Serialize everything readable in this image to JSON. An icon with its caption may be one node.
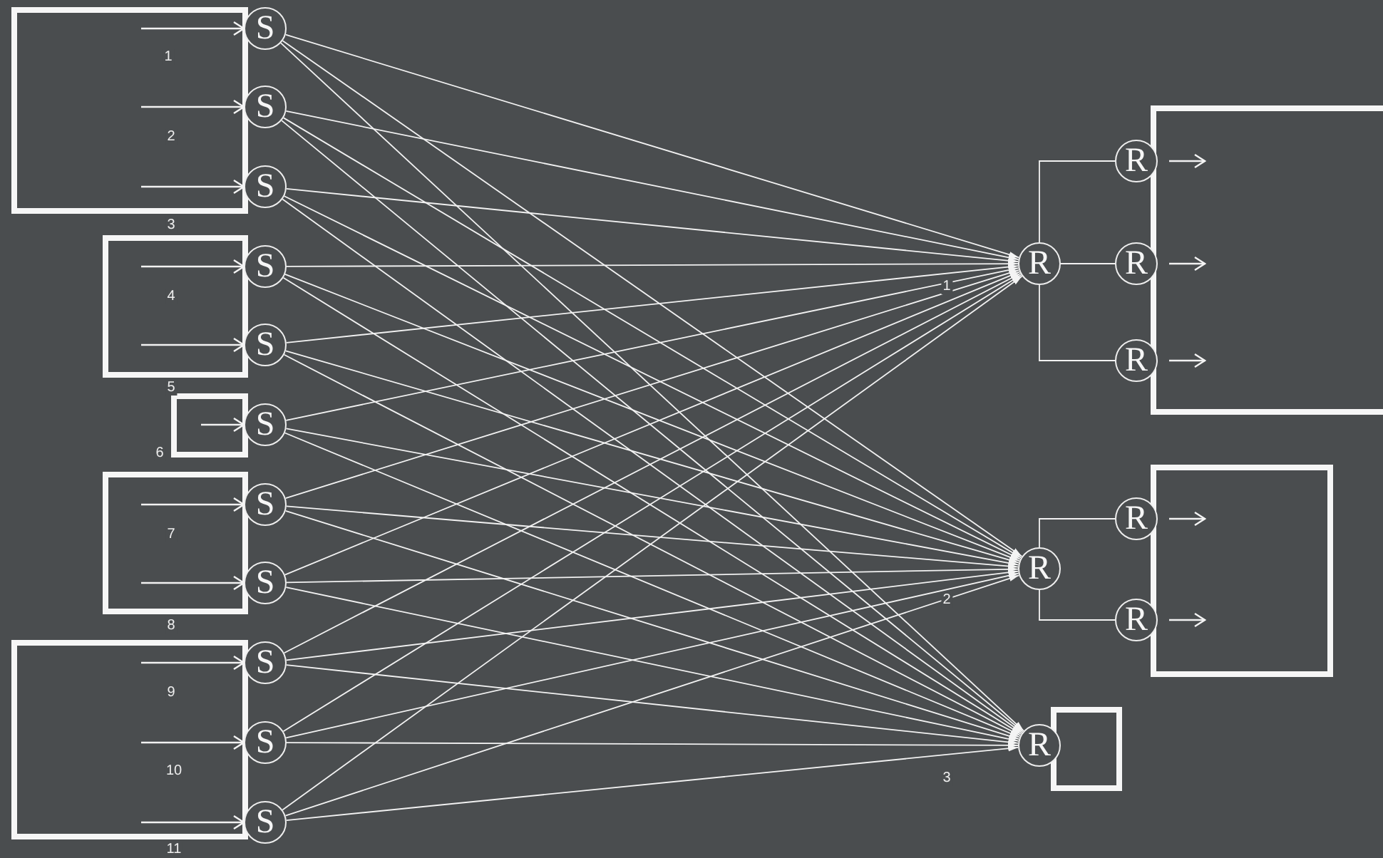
{
  "diagram": {
    "nodes": [
      {
        "text": [],
        "shape": "box"
      },
      {
        "text": [],
        "shape": "box"
      },
      {
        "text": [],
        "shape": "box"
      },
      {
        "text": [],
        "shape": "box"
      },
      {
        "text": [],
        "shape": "box"
      },
      {
        "text": [
          "S"
        ]
      },
      {
        "text": [
          "S"
        ]
      },
      {
        "text": [
          "S"
        ]
      },
      {
        "text": [
          "S"
        ]
      },
      {
        "text": [
          "S"
        ]
      },
      {
        "text": [
          "S"
        ]
      },
      {
        "text": [
          "S"
        ]
      },
      {
        "text": [
          "S"
        ]
      },
      {
        "text": [
          "S"
        ]
      },
      {
        "text": [
          "S"
        ]
      },
      {
        "text": [
          "S"
        ]
      },
      {
        "text": [
          "R"
        ]
      },
      {
        "text": [
          "R"
        ]
      },
      {
        "text": [
          "R"
        ]
      },
      {
        "text": [],
        "shape": "box"
      },
      {
        "text": [
          "R"
        ]
      },
      {
        "text": [
          "R"
        ]
      },
      {
        "text": [
          "R"
        ]
      },
      {
        "text": [],
        "shape": "box"
      },
      {
        "text": [
          "R"
        ]
      },
      {
        "text": [
          "R"
        ]
      },
      {
        "text": [],
        "shape": "box"
      }
    ],
    "edges": [
      {
        "from": 0,
        "to": 5,
        "arrow": "to"
      },
      {
        "from": 0,
        "to": 6,
        "arrow": "to"
      },
      {
        "from": 0,
        "to": 7,
        "arrow": "to"
      },
      {
        "from": 1,
        "to": 8,
        "arrow": "to"
      },
      {
        "from": 1,
        "to": 9,
        "arrow": "to"
      },
      {
        "from": 2,
        "to": 10,
        "arrow": "to"
      },
      {
        "from": 3,
        "to": 11,
        "arrow": "to"
      },
      {
        "from": 3,
        "to": 12,
        "arrow": "to"
      },
      {
        "from": 4,
        "to": 13,
        "arrow": "to"
      },
      {
        "from": 4,
        "to": 14,
        "arrow": "to"
      },
      {
        "from": 4,
        "to": 15,
        "arrow": "to"
      },
      {
        "from": 5,
        "to": 16,
        "arrow": "to"
      },
      {
        "from": 5,
        "to": 17,
        "arrow": "to"
      },
      {
        "from": 5,
        "to": 18,
        "arrow": "to"
      },
      {
        "from": 6,
        "to": 16,
        "arrow": "to"
      },
      {
        "from": 6,
        "to": 17,
        "arrow": "to"
      },
      {
        "from": 6,
        "to": 18,
        "arrow": "to"
      },
      {
        "from": 7,
        "to": 16,
        "arrow": "to"
      },
      {
        "from": 7,
        "to": 17,
        "arrow": "to"
      },
      {
        "from": 7,
        "to": 18,
        "arrow": "to"
      },
      {
        "from": 8,
        "to": 16,
        "arrow": "to"
      },
      {
        "from": 8,
        "to": 17,
        "arrow": "to"
      },
      {
        "from": 8,
        "to": 18,
        "arrow": "to"
      },
      {
        "from": 9,
        "to": 16,
        "arrow": "to"
      },
      {
        "from": 9,
        "to": 17,
        "arrow": "to"
      },
      {
        "from": 9,
        "to": 18,
        "arrow": "to"
      },
      {
        "from": 10,
        "to": 16,
        "arrow": "to"
      },
      {
        "from": 10,
        "to": 17,
        "arrow": "to"
      },
      {
        "from": 10,
        "to": 18,
        "arrow": "to"
      },
      {
        "from": 11,
        "to": 16,
        "arrow": "to"
      },
      {
        "from": 11,
        "to": 17,
        "arrow": "to"
      },
      {
        "from": 11,
        "to": 18,
        "arrow": "to"
      },
      {
        "from": 12,
        "to": 16,
        "arrow": "to"
      },
      {
        "from": 12,
        "to": 17,
        "arrow": "to"
      },
      {
        "from": 12,
        "to": 18,
        "arrow": "to"
      },
      {
        "from": 13,
        "to": 16,
        "arrow": "to"
      },
      {
        "from": 13,
        "to": 17,
        "arrow": "to"
      },
      {
        "from": 13,
        "to": 18,
        "arrow": "to"
      },
      {
        "from": 14,
        "to": 16,
        "arrow": "to"
      },
      {
        "from": 14,
        "to": 17,
        "arrow": "to"
      },
      {
        "from": 14,
        "to": 18,
        "arrow": "to"
      },
      {
        "from": 15,
        "to": 16,
        "arrow": "to"
      },
      {
        "from": 15,
        "to": 17,
        "arrow": "to"
      },
      {
        "from": 15,
        "to": 18,
        "arrow": "to"
      },
      {
        "from": 16,
        "to": 20,
        "arrow": "none"
      },
      {
        "from": 16,
        "to": 21,
        "arrow": "none"
      },
      {
        "from": 16,
        "to": 22,
        "arrow": "none"
      },
      {
        "from": 17,
        "to": 24,
        "arrow": "none"
      },
      {
        "from": 17,
        "to": 25,
        "arrow": "none"
      },
      {
        "from": 20,
        "to": 19,
        "arrow": "to"
      },
      {
        "from": 21,
        "to": 19,
        "arrow": "to"
      },
      {
        "from": 22,
        "to": 19,
        "arrow": "to"
      },
      {
        "from": 24,
        "to": 23,
        "arrow": "to"
      },
      {
        "from": 25,
        "to": 23,
        "arrow": "to"
      }
    ],
    "labels": [
      "1",
      "2",
      "3",
      "4",
      "5",
      "6",
      "7",
      "8",
      "9",
      "10",
      "11",
      "1",
      "2",
      "3"
    ]
  }
}
